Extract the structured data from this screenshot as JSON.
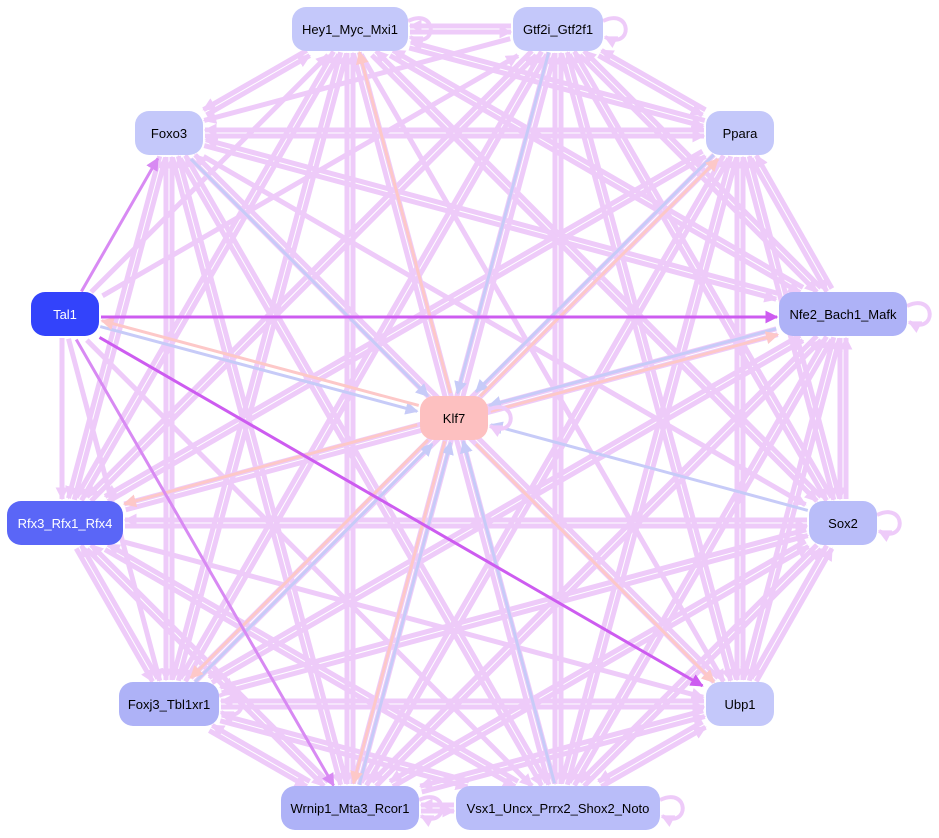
{
  "nodes": [
    {
      "id": "hey1",
      "label": "Hey1_Myc_Mxi1",
      "fill": "#c4c8fa",
      "text_color": "#000000"
    },
    {
      "id": "gtf2i",
      "label": "Gtf2i_Gtf2f1",
      "fill": "#c4c8fa",
      "text_color": "#000000"
    },
    {
      "id": "foxo3",
      "label": "Foxo3",
      "fill": "#c4c8fa",
      "text_color": "#000000"
    },
    {
      "id": "ppara",
      "label": "Ppara",
      "fill": "#c4c8fa",
      "text_color": "#000000"
    },
    {
      "id": "tal1",
      "label": "Tal1",
      "fill": "#3343fb",
      "text_color": "#ffffff"
    },
    {
      "id": "nfe2",
      "label": "Nfe2_Bach1_Mafk",
      "fill": "#aeb2f7",
      "text_color": "#000000"
    },
    {
      "id": "klf7",
      "label": "Klf7",
      "fill": "#fdc0c0",
      "text_color": "#000000"
    },
    {
      "id": "rfx3",
      "label": "Rfx3_Rfx1_Rfx4",
      "fill": "#5a66f7",
      "text_color": "#ffffff"
    },
    {
      "id": "sox2",
      "label": "Sox2",
      "fill": "#b9bdf9",
      "text_color": "#000000"
    },
    {
      "id": "foxj3",
      "label": "Foxj3_Tbl1xr1",
      "fill": "#aeb2f7",
      "text_color": "#000000"
    },
    {
      "id": "ubp1",
      "label": "Ubp1",
      "fill": "#c4c8fa",
      "text_color": "#000000"
    },
    {
      "id": "wrnip1",
      "label": "Wrnip1_Mta3_Rcor1",
      "fill": "#aeb2f7",
      "text_color": "#000000"
    },
    {
      "id": "vsx1",
      "label": "Vsx1_Uncx_Prrx2_Shox2_Noto",
      "fill": "#b9bdf9",
      "text_color": "#000000"
    }
  ],
  "edge_colors": {
    "default": "#eecbf9",
    "strong": "#cd5cf0",
    "medium": "#d88af3",
    "pink": "#fdc8c8",
    "blue": "#c7cbf8"
  },
  "self_loops": [
    "hey1",
    "gtf2i",
    "nfe2",
    "klf7",
    "sox2",
    "foxj3",
    "wrnip1",
    "vsx1"
  ],
  "edges": [
    {
      "from": "tal1",
      "to": "nfe2",
      "color": "strong"
    },
    {
      "from": "tal1",
      "to": "ubp1",
      "color": "strong"
    },
    {
      "from": "tal1",
      "to": "foxo3",
      "color": "medium"
    },
    {
      "from": "tal1",
      "to": "wrnip1",
      "color": "medium"
    },
    {
      "from": "tal1",
      "to": "rfx3",
      "color": "default"
    },
    {
      "from": "tal1",
      "to": "klf7",
      "color": "blue"
    },
    {
      "from": "tal1",
      "to": "hey1",
      "color": "default"
    },
    {
      "from": "tal1",
      "to": "foxj3",
      "color": "default"
    },
    {
      "from": "tal1",
      "to": "vsx1",
      "color": "default"
    },
    {
      "from": "tal1",
      "to": "gtf2i",
      "color": "default"
    },
    {
      "from": "klf7",
      "to": "tal1",
      "color": "pink"
    },
    {
      "from": "klf7",
      "to": "hey1",
      "color": "pink"
    },
    {
      "from": "klf7",
      "to": "ppara",
      "color": "pink"
    },
    {
      "from": "klf7",
      "to": "nfe2",
      "color": "pink"
    },
    {
      "from": "klf7",
      "to": "rfx3",
      "color": "pink"
    },
    {
      "from": "klf7",
      "to": "foxj3",
      "color": "pink"
    },
    {
      "from": "klf7",
      "to": "ubp1",
      "color": "pink"
    },
    {
      "from": "klf7",
      "to": "wrnip1",
      "color": "pink"
    },
    {
      "from": "gtf2i",
      "to": "klf7",
      "color": "blue"
    },
    {
      "from": "foxo3",
      "to": "klf7",
      "color": "blue"
    },
    {
      "from": "sox2",
      "to": "klf7",
      "color": "blue"
    },
    {
      "from": "vsx1",
      "to": "klf7",
      "color": "blue"
    },
    {
      "from": "nfe2",
      "to": "klf7",
      "color": "blue"
    },
    {
      "from": "foxj3",
      "to": "klf7",
      "color": "blue"
    },
    {
      "from": "wrnip1",
      "to": "klf7",
      "color": "blue"
    },
    {
      "from": "ppara",
      "to": "klf7",
      "color": "blue"
    },
    {
      "from": "hey1",
      "to": "gtf2i",
      "color": "default"
    },
    {
      "from": "gtf2i",
      "to": "hey1",
      "color": "default"
    },
    {
      "from": "hey1",
      "to": "foxo3",
      "color": "default"
    },
    {
      "from": "foxo3",
      "to": "hey1",
      "color": "default"
    },
    {
      "from": "hey1",
      "to": "ppara",
      "color": "default"
    },
    {
      "from": "hey1",
      "to": "nfe2",
      "color": "default"
    },
    {
      "from": "hey1",
      "to": "sox2",
      "color": "default"
    },
    {
      "from": "hey1",
      "to": "ubp1",
      "color": "default"
    },
    {
      "from": "hey1",
      "to": "vsx1",
      "color": "default"
    },
    {
      "from": "hey1",
      "to": "wrnip1",
      "color": "default"
    },
    {
      "from": "hey1",
      "to": "foxj3",
      "color": "default"
    },
    {
      "from": "hey1",
      "to": "rfx3",
      "color": "default"
    },
    {
      "from": "gtf2i",
      "to": "ppara",
      "color": "default"
    },
    {
      "from": "gtf2i",
      "to": "foxo3",
      "color": "default"
    },
    {
      "from": "gtf2i",
      "to": "nfe2",
      "color": "default"
    },
    {
      "from": "gtf2i",
      "to": "sox2",
      "color": "default"
    },
    {
      "from": "gtf2i",
      "to": "ubp1",
      "color": "default"
    },
    {
      "from": "gtf2i",
      "to": "vsx1",
      "color": "default"
    },
    {
      "from": "gtf2i",
      "to": "wrnip1",
      "color": "default"
    },
    {
      "from": "gtf2i",
      "to": "foxj3",
      "color": "default"
    },
    {
      "from": "gtf2i",
      "to": "rfx3",
      "color": "default"
    },
    {
      "from": "foxo3",
      "to": "ppara",
      "color": "default"
    },
    {
      "from": "ppara",
      "to": "foxo3",
      "color": "default"
    },
    {
      "from": "foxo3",
      "to": "nfe2",
      "color": "default"
    },
    {
      "from": "foxo3",
      "to": "rfx3",
      "color": "default"
    },
    {
      "from": "foxo3",
      "to": "foxj3",
      "color": "default"
    },
    {
      "from": "foxo3",
      "to": "wrnip1",
      "color": "default"
    },
    {
      "from": "foxo3",
      "to": "vsx1",
      "color": "default"
    },
    {
      "from": "foxo3",
      "to": "ubp1",
      "color": "default"
    },
    {
      "from": "foxo3",
      "to": "sox2",
      "color": "default"
    },
    {
      "from": "ppara",
      "to": "nfe2",
      "color": "default"
    },
    {
      "from": "ppara",
      "to": "sox2",
      "color": "default"
    },
    {
      "from": "ppara",
      "to": "ubp1",
      "color": "default"
    },
    {
      "from": "ppara",
      "to": "vsx1",
      "color": "default"
    },
    {
      "from": "ppara",
      "to": "wrnip1",
      "color": "default"
    },
    {
      "from": "ppara",
      "to": "foxj3",
      "color": "default"
    },
    {
      "from": "ppara",
      "to": "rfx3",
      "color": "default"
    },
    {
      "from": "ppara",
      "to": "hey1",
      "color": "default"
    },
    {
      "from": "ppara",
      "to": "gtf2i",
      "color": "default"
    },
    {
      "from": "nfe2",
      "to": "sox2",
      "color": "default"
    },
    {
      "from": "nfe2",
      "to": "ubp1",
      "color": "default"
    },
    {
      "from": "nfe2",
      "to": "vsx1",
      "color": "default"
    },
    {
      "from": "nfe2",
      "to": "wrnip1",
      "color": "default"
    },
    {
      "from": "nfe2",
      "to": "foxj3",
      "color": "default"
    },
    {
      "from": "nfe2",
      "to": "rfx3",
      "color": "default"
    },
    {
      "from": "nfe2",
      "to": "foxo3",
      "color": "default"
    },
    {
      "from": "nfe2",
      "to": "hey1",
      "color": "default"
    },
    {
      "from": "nfe2",
      "to": "gtf2i",
      "color": "default"
    },
    {
      "from": "nfe2",
      "to": "ppara",
      "color": "default"
    },
    {
      "from": "sox2",
      "to": "ubp1",
      "color": "default"
    },
    {
      "from": "sox2",
      "to": "vsx1",
      "color": "default"
    },
    {
      "from": "sox2",
      "to": "wrnip1",
      "color": "default"
    },
    {
      "from": "sox2",
      "to": "foxj3",
      "color": "default"
    },
    {
      "from": "sox2",
      "to": "rfx3",
      "color": "default"
    },
    {
      "from": "sox2",
      "to": "nfe2",
      "color": "default"
    },
    {
      "from": "sox2",
      "to": "ppara",
      "color": "default"
    },
    {
      "from": "sox2",
      "to": "hey1",
      "color": "default"
    },
    {
      "from": "sox2",
      "to": "gtf2i",
      "color": "default"
    },
    {
      "from": "ubp1",
      "to": "vsx1",
      "color": "default"
    },
    {
      "from": "ubp1",
      "to": "wrnip1",
      "color": "default"
    },
    {
      "from": "ubp1",
      "to": "foxj3",
      "color": "default"
    },
    {
      "from": "ubp1",
      "to": "sox2",
      "color": "default"
    },
    {
      "from": "ubp1",
      "to": "nfe2",
      "color": "default"
    },
    {
      "from": "ubp1",
      "to": "ppara",
      "color": "default"
    },
    {
      "from": "ubp1",
      "to": "foxo3",
      "color": "default"
    },
    {
      "from": "ubp1",
      "to": "gtf2i",
      "color": "default"
    },
    {
      "from": "vsx1",
      "to": "wrnip1",
      "color": "default"
    },
    {
      "from": "wrnip1",
      "to": "vsx1",
      "color": "default"
    },
    {
      "from": "vsx1",
      "to": "ubp1",
      "color": "default"
    },
    {
      "from": "vsx1",
      "to": "sox2",
      "color": "default"
    },
    {
      "from": "vsx1",
      "to": "nfe2",
      "color": "default"
    },
    {
      "from": "vsx1",
      "to": "ppara",
      "color": "default"
    },
    {
      "from": "vsx1",
      "to": "foxj3",
      "color": "default"
    },
    {
      "from": "vsx1",
      "to": "rfx3",
      "color": "default"
    },
    {
      "from": "vsx1",
      "to": "foxo3",
      "color": "default"
    },
    {
      "from": "vsx1",
      "to": "hey1",
      "color": "default"
    },
    {
      "from": "vsx1",
      "to": "gtf2i",
      "color": "default"
    },
    {
      "from": "wrnip1",
      "to": "foxj3",
      "color": "default"
    },
    {
      "from": "wrnip1",
      "to": "rfx3",
      "color": "default"
    },
    {
      "from": "wrnip1",
      "to": "ubp1",
      "color": "default"
    },
    {
      "from": "wrnip1",
      "to": "sox2",
      "color": "default"
    },
    {
      "from": "wrnip1",
      "to": "nfe2",
      "color": "default"
    },
    {
      "from": "wrnip1",
      "to": "ppara",
      "color": "default"
    },
    {
      "from": "wrnip1",
      "to": "foxo3",
      "color": "default"
    },
    {
      "from": "wrnip1",
      "to": "hey1",
      "color": "default"
    },
    {
      "from": "wrnip1",
      "to": "gtf2i",
      "color": "default"
    },
    {
      "from": "foxj3",
      "to": "rfx3",
      "color": "default"
    },
    {
      "from": "foxj3",
      "to": "wrnip1",
      "color": "default"
    },
    {
      "from": "foxj3",
      "to": "vsx1",
      "color": "default"
    },
    {
      "from": "foxj3",
      "to": "ubp1",
      "color": "default"
    },
    {
      "from": "foxj3",
      "to": "sox2",
      "color": "default"
    },
    {
      "from": "foxj3",
      "to": "nfe2",
      "color": "default"
    },
    {
      "from": "foxj3",
      "to": "ppara",
      "color": "default"
    },
    {
      "from": "foxj3",
      "to": "foxo3",
      "color": "default"
    },
    {
      "from": "foxj3",
      "to": "hey1",
      "color": "default"
    },
    {
      "from": "foxj3",
      "to": "gtf2i",
      "color": "default"
    },
    {
      "from": "rfx3",
      "to": "foxj3",
      "color": "default"
    },
    {
      "from": "rfx3",
      "to": "wrnip1",
      "color": "default"
    },
    {
      "from": "rfx3",
      "to": "vsx1",
      "color": "default"
    },
    {
      "from": "rfx3",
      "to": "ubp1",
      "color": "default"
    },
    {
      "from": "rfx3",
      "to": "sox2",
      "color": "default"
    },
    {
      "from": "rfx3",
      "to": "nfe2",
      "color": "default"
    },
    {
      "from": "rfx3",
      "to": "ppara",
      "color": "default"
    },
    {
      "from": "rfx3",
      "to": "foxo3",
      "color": "default"
    },
    {
      "from": "rfx3",
      "to": "hey1",
      "color": "default"
    },
    {
      "from": "rfx3",
      "to": "gtf2i",
      "color": "default"
    }
  ]
}
